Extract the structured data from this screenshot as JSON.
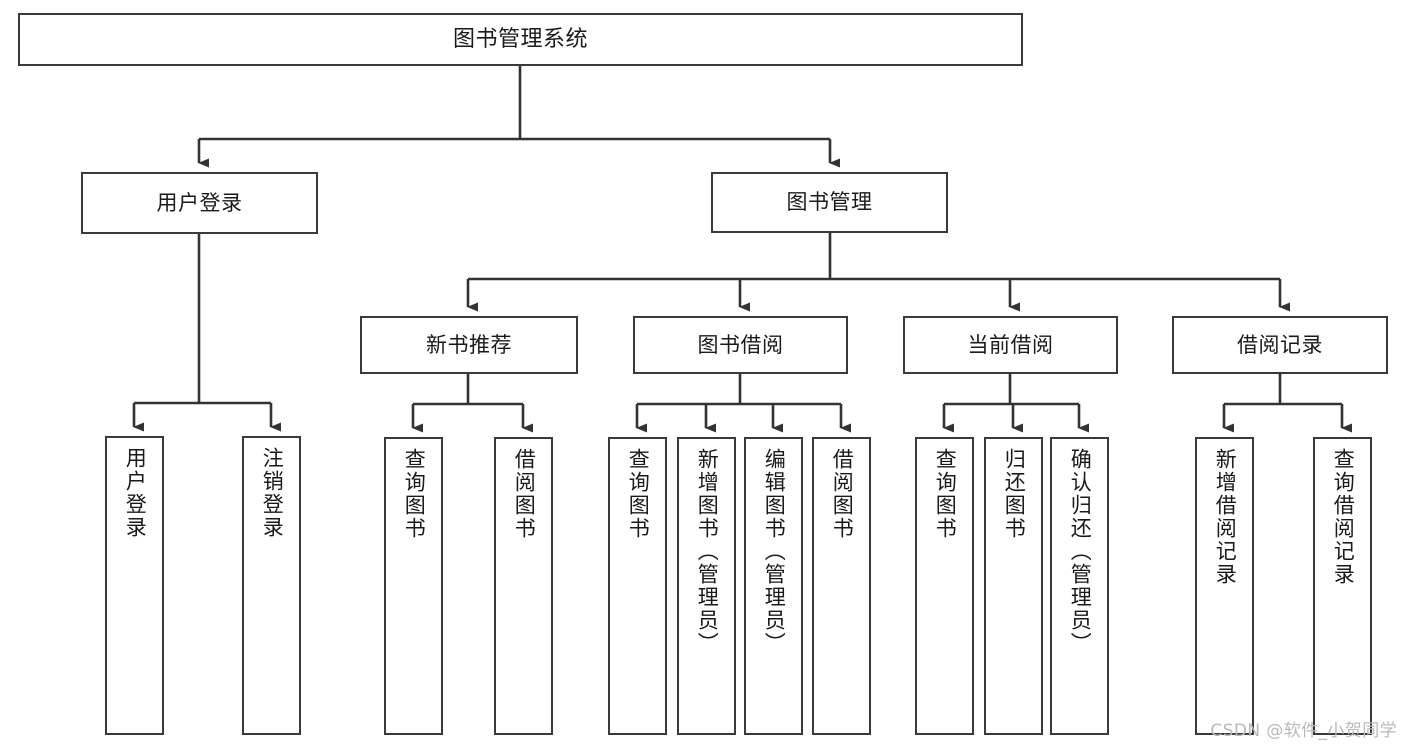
{
  "diagram": {
    "type": "hierarchy-tree",
    "title": "图书管理系统",
    "watermark": "CSDN @软件_小贺同学",
    "colors": {
      "background": "#ffffff",
      "node_border": "#3a3a3a",
      "node_fill": "#ffffff",
      "connector": "#333333",
      "text": "#1a1a1a",
      "watermark": "#b9b9b9"
    },
    "levels": {
      "root": {
        "label": "图书管理系统"
      },
      "level1": [
        {
          "label": "用户登录"
        },
        {
          "label": "图书管理"
        }
      ],
      "level2": [
        {
          "label": "新书推荐"
        },
        {
          "label": "图书借阅"
        },
        {
          "label": "当前借阅"
        },
        {
          "label": "借阅记录"
        }
      ],
      "leaves": {
        "user_login": [
          {
            "label": "用户登录"
          },
          {
            "label": "注销登录"
          }
        ],
        "new_book": [
          {
            "label": "查询图书"
          },
          {
            "label": "借阅图书"
          }
        ],
        "borrow_book": [
          {
            "label": "查询图书"
          },
          {
            "label": "新增图书（管理员）"
          },
          {
            "label": "编辑图书（管理员）"
          },
          {
            "label": "借阅图书"
          }
        ],
        "current_borrow": [
          {
            "label": "查询图书"
          },
          {
            "label": "归还图书"
          },
          {
            "label": "确认归还（管理员）"
          }
        ],
        "borrow_record": [
          {
            "label": "新增借阅记录"
          },
          {
            "label": "查询借阅记录"
          }
        ]
      }
    }
  }
}
